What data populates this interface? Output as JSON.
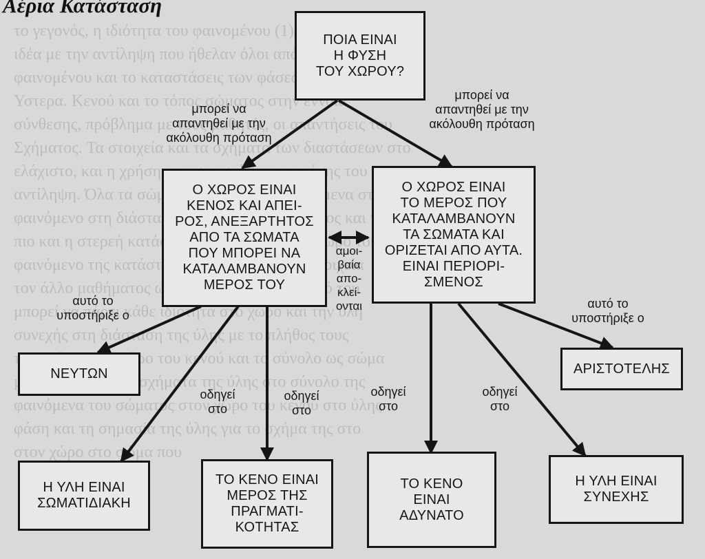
{
  "heading": "Αέρια Κατάσταση",
  "background_lines": [
    "το γεγονός, η ιδιότητα του φαινομένου (1) και η",
    "ιδέα με την αντίληψη που ήθελαν όλοι από τους μαθήτες",
    "φαινομένου και το καταστάσεις των φάσεων φυσική χώρος",
    "Υστερα. Κενού και το τόπος σώματος στην έννοια",
    "σύνθεσης, πρόβλημα με τους μαθητές, οι απαντήσεις του",
    "Σχήματος. Τα στοιχεία και τα σχήματα των διαστάσεων στο",
    "ελάχιστο, και η χρήση του στο σχήμα της σχέσης του",
    "αντίληψη. Όλα τα σώματα της ύλης με αντικείμενα στο χώρο",
    "φαινόμενο στη διάσταση της φύσης του σώματος και του",
    "πιο και η στερεή κατάσταση στην ιδέα για το χώρο του",
    "φαινόμενο της κατάστασης του σώματος με στοιχεία",
    "τον άλλο μαθήματος ως σώμα που είναι το κενό του",
    "μπορεί να πάρει κάθε ιδιότητα στο χώρο και την ύλη",
    "συνεχής στη διάσταση της ύλης με το πλήθος τους",
    "της σχέσης στο χώρο του κενού και το σύνολο ως σώμα",
    "με το σώμα και τα σχήματα της ύλης στο σύνολο της",
    "φαινόμενα του σώματος στον χώρο του κενού στο ύλης",
    "φάση και τη σημασία της ύλης για το σχήμα της στο",
    "στον χώρο στο σώμα που"
  ],
  "boxes": {
    "question": [
      "ΠΟΙΑ ΕΙΝΑΙ",
      "Η ΦΥΣΗ",
      "ΤΟΥ ΧΩΡΟΥ?"
    ],
    "void_infinite": [
      "Ο ΧΩΡΟΣ ΕΙΝΑΙ",
      "ΚΕΝΟΣ ΚΑΙ ΑΠΕΙ-",
      "ΡΟΣ, ΑΝΕΞΑΡΤΗΤΟΣ",
      "ΑΠΟ ΤΑ ΣΩΜΑΤΑ",
      "ΠΟΥ ΜΠΟΡΕΙ ΝΑ",
      "ΚΑΤΑΛΑΜΒΑΝΟΥΝ",
      "ΜΕΡΟΣ ΤΟΥ"
    ],
    "place_finite": [
      "Ο ΧΩΡΟΣ ΕΙΝΑΙ",
      "ΤΟ ΜΕΡΟΣ ΠΟΥ",
      "ΚΑΤΑΛΑΜΒΑΝΟΥΝ",
      "ΤΑ ΣΩΜΑΤΑ ΚΑΙ",
      "ΟΡΙΖΕΤΑΙ ΑΠΟ ΑΥΤΑ.",
      "ΕΙΝΑΙ ΠΕΡΙΟΡΙ-",
      "ΣΜΕΝΟΣ"
    ],
    "newton": [
      "ΝΕΥΤΩΝ"
    ],
    "aristotle": [
      "ΑΡΙΣΤΟΤΕΛΗΣ"
    ],
    "matter_atomic": [
      "Η ΥΛΗ ΕΙΝΑΙ",
      "ΣΩΜΑΤΙΔΙΑΚΗ"
    ],
    "void_real": [
      "ΤΟ ΚΕΝΟ ΕΙΝΑΙ",
      "ΜΕΡΟΣ ΤΗΣ",
      "ΠΡΑΓΜΑΤΙ-",
      "ΚΟΤΗΤΑΣ"
    ],
    "void_impossible": [
      "ΤΟ ΚΕΝΟ",
      "ΕΙΝΑΙ",
      "ΑΔΥΝΑΤΟ"
    ],
    "matter_continuous": [
      "Η ΥΛΗ ΕΙΝΑΙ",
      "ΣΥΝΕΧΗΣ"
    ]
  },
  "labels": {
    "answer_left": [
      "μπορεί να",
      "απαντηθεί με την",
      "ακόλουθη πρόταση"
    ],
    "answer_right": [
      "μπορεί να",
      "απαντηθεί με την",
      "ακόλουθη πρόταση"
    ],
    "supported_left": [
      "αυτό το",
      "υποστήριξε ο"
    ],
    "supported_right": [
      "αυτό το",
      "υποστήριξε ο"
    ],
    "exclusive": [
      "αμοι-",
      "βαία",
      "απο-",
      "κλεί-",
      "ονται"
    ],
    "leads_1": [
      "οδηγεί",
      "στο"
    ],
    "leads_2": [
      "οδηγεί",
      "στο"
    ],
    "leads_3": [
      "οδηγεί",
      "στο"
    ],
    "leads_4": [
      "οδηγεί",
      "στο"
    ]
  },
  "colors": {
    "ink": "#151515",
    "paper": "#d9d9d9",
    "box_fill": "#e8e8e8"
  }
}
